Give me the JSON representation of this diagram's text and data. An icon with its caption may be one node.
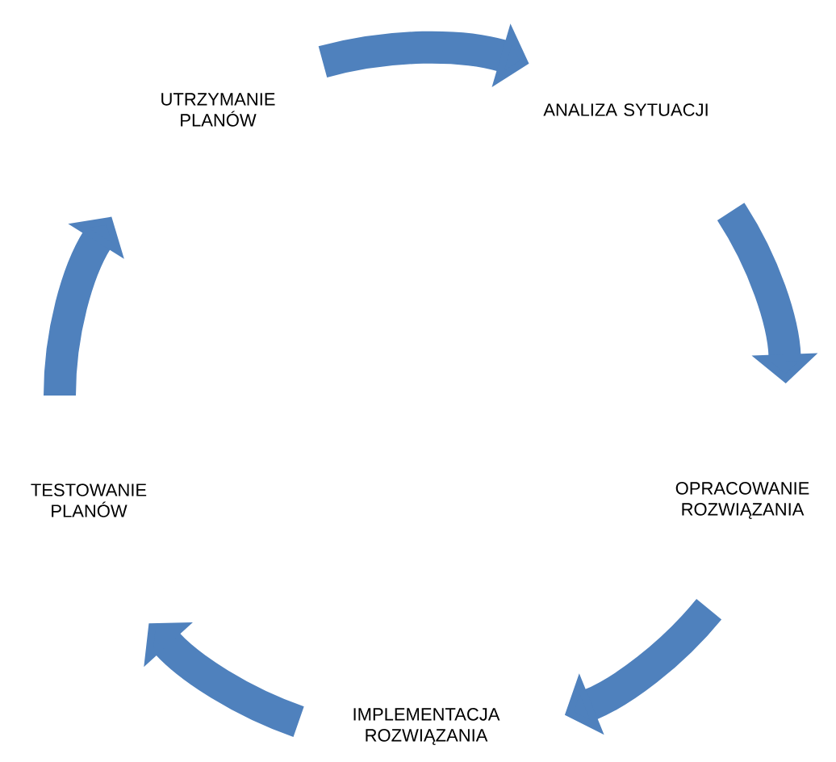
{
  "diagram": {
    "nodes": [
      {
        "text": [
          "ANALIZA SYTUACJI"
        ]
      },
      {
        "text": [
          "OPRACOWANIE ROZWIĄZANIA"
        ]
      },
      {
        "text": [
          "IMPLEMENTACJA ROZWIĄZANIA"
        ]
      },
      {
        "text": [
          "TESTOWANIE PLANÓW"
        ]
      },
      {
        "text": [
          "UTRZYMANIE PLANÓW"
        ]
      }
    ],
    "edges": [
      {
        "from": 4,
        "to": 0,
        "arrow": "to"
      },
      {
        "from": 0,
        "to": 1,
        "arrow": "to"
      },
      {
        "from": 1,
        "to": 2,
        "arrow": "to"
      },
      {
        "from": 2,
        "to": 3,
        "arrow": "to"
      },
      {
        "from": 3,
        "to": 4,
        "arrow": "to"
      }
    ]
  }
}
